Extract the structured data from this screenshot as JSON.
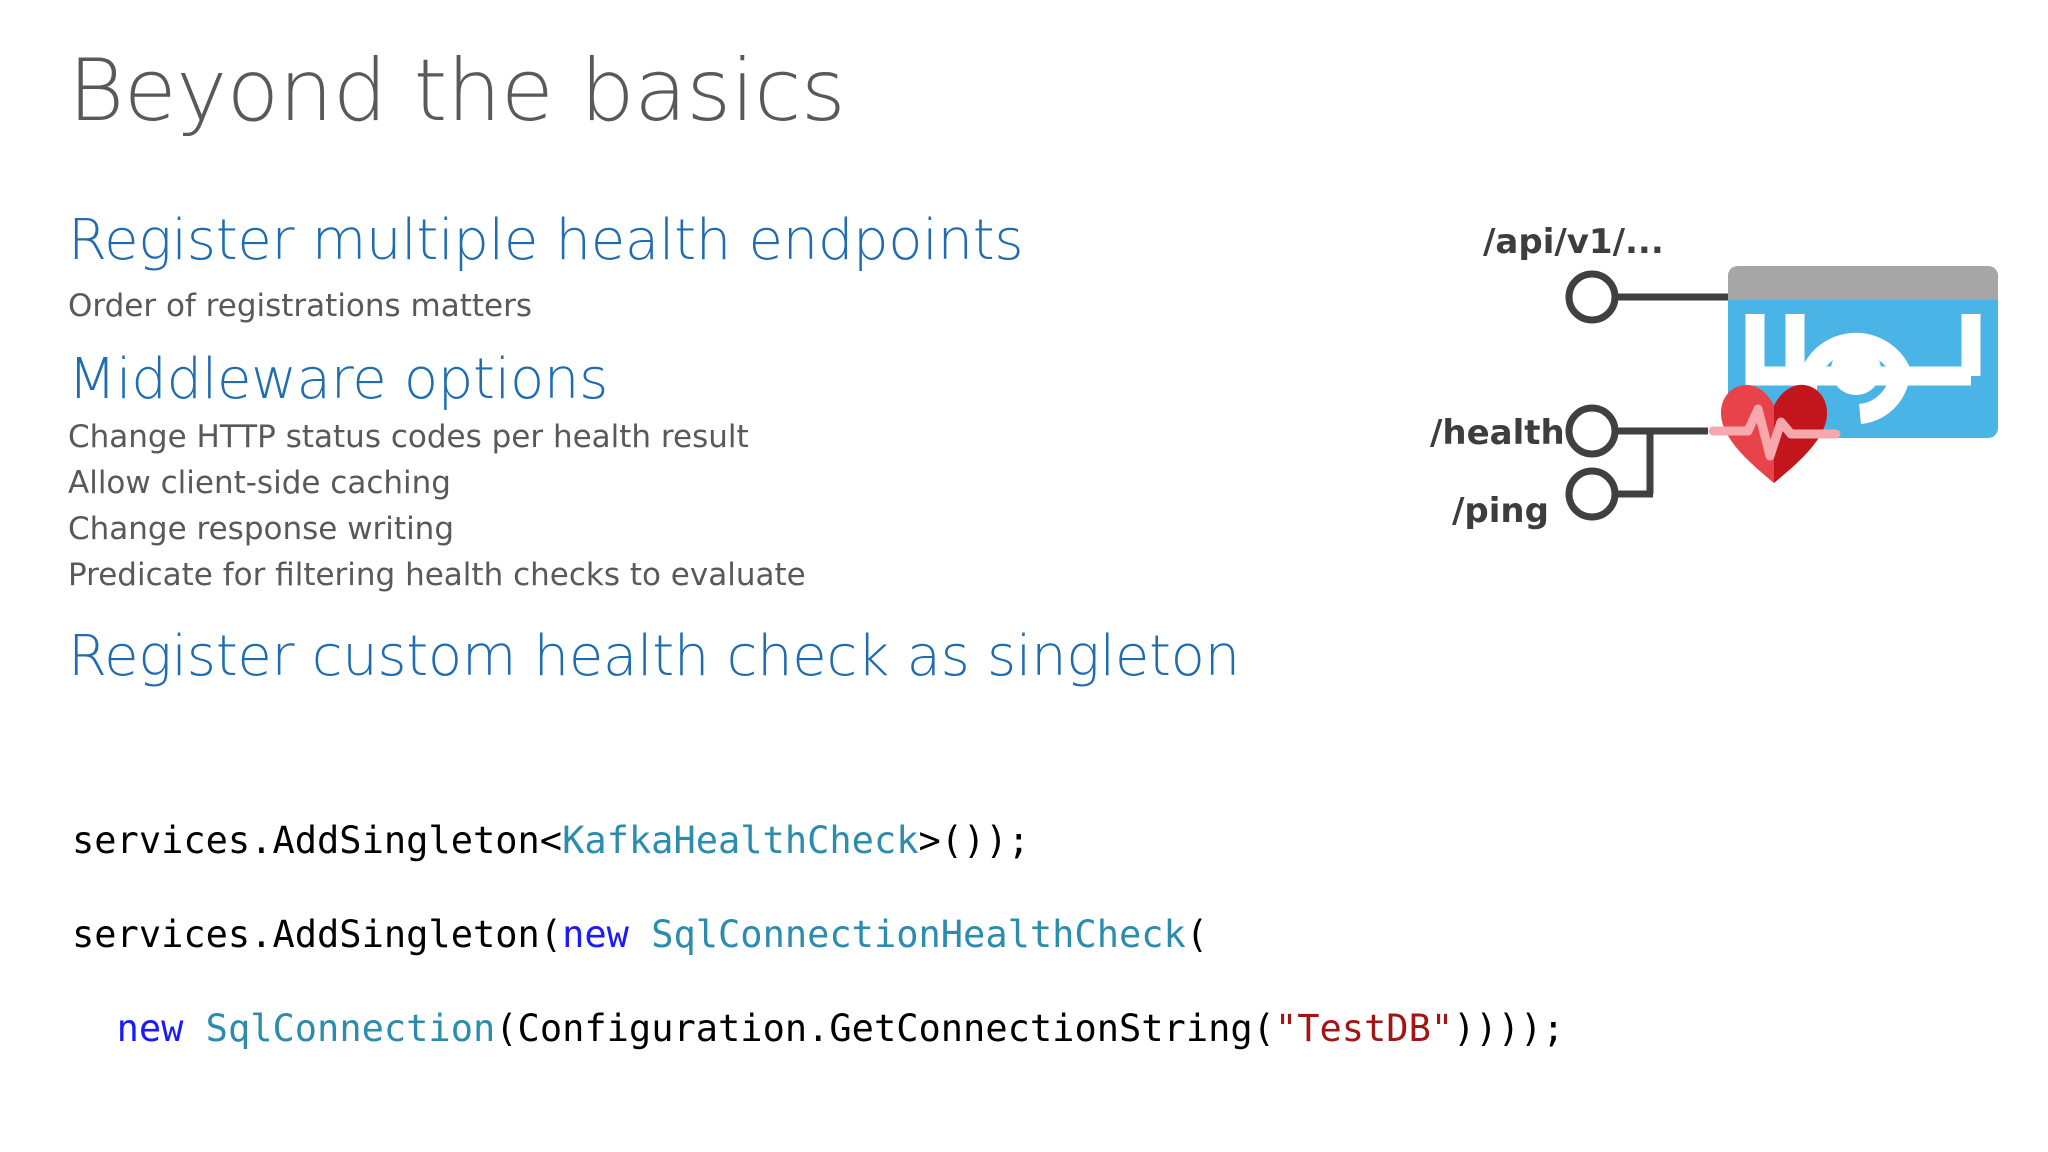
{
  "slide": {
    "title": "Beyond the basics",
    "background_color": "#FFFFFF"
  },
  "theme": {
    "title_color": "#595959",
    "heading_color": "#1F6CB0",
    "body_color": "#595959",
    "code_plain_color": "#000000",
    "code_type_color": "#2B8CAD",
    "code_keyword_color": "#1A1AFF",
    "code_string_color": "#A31515",
    "icon_blue": "#4BB4E6",
    "icon_titlebar_grey": "#A6A6A6",
    "heart_red_light": "#E8424A",
    "heart_red_dark": "#C3161C",
    "heart_pulse_pink": "#F7A8AC",
    "connector_grey": "#404040"
  },
  "content": {
    "groups": [
      {
        "heading": "Register multiple health endpoints",
        "bullets": [
          "Order of registrations matters"
        ]
      },
      {
        "heading": "Middleware options",
        "bullets": [
          "Change HTTP status codes per health result",
          "Allow client-side caching",
          "Change response writing",
          "Predicate for filtering health checks to evaluate"
        ]
      },
      {
        "heading": "Register custom health check as singleton",
        "bullets": []
      }
    ]
  },
  "code": {
    "language": "csharp",
    "lines": [
      {
        "tokens": [
          {
            "text": "services.AddSingleton<",
            "kind": "plain"
          },
          {
            "text": "KafkaHealthCheck",
            "kind": "type"
          },
          {
            "text": ">());",
            "kind": "plain"
          }
        ]
      },
      {
        "tokens": [
          {
            "text": "services.AddSingleton(",
            "kind": "plain"
          },
          {
            "text": "new",
            "kind": "keyword"
          },
          {
            "text": " ",
            "kind": "plain"
          },
          {
            "text": "SqlConnectionHealthCheck",
            "kind": "type"
          },
          {
            "text": "(",
            "kind": "plain"
          }
        ]
      },
      {
        "tokens": [
          {
            "text": "  ",
            "kind": "plain"
          },
          {
            "text": "new",
            "kind": "keyword"
          },
          {
            "text": " ",
            "kind": "plain"
          },
          {
            "text": "SqlConnection",
            "kind": "type"
          },
          {
            "text": "(Configuration.GetConnectionString(",
            "kind": "plain"
          },
          {
            "text": "\"TestDB\"",
            "kind": "string"
          },
          {
            "text": "))));",
            "kind": "plain"
          }
        ]
      }
    ]
  },
  "graphic": {
    "name": "health-endpoints-diagram",
    "app_icon_label": "service-app-icon",
    "heart_label": "health-heart-icon",
    "endpoints": [
      {
        "label": "/api/v1/...",
        "name": "endpoint-api"
      },
      {
        "label": "/health",
        "name": "endpoint-health"
      },
      {
        "label": "/ping",
        "name": "endpoint-ping"
      }
    ]
  }
}
